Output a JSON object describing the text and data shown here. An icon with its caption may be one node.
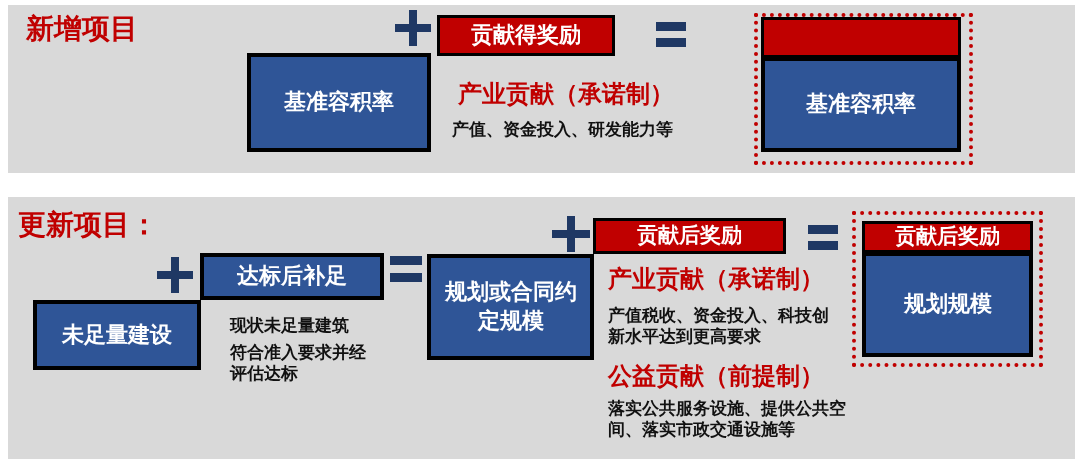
{
  "diagram": {
    "nodes": [
      {
        "text": [
          "新增项目"
        ]
      },
      {
        "text": [
          "基准容积率"
        ],
        "in": 0
      },
      {
        "text": [
          "贡献得奖励"
        ],
        "in": 0
      },
      {
        "text": [],
        "shape": "box",
        "in": 0
      },
      {
        "text": [],
        "shape": "bar",
        "in": 3
      },
      {
        "text": [
          "基准容积率"
        ],
        "in": 3
      },
      {
        "text": [
          "更新项目："
        ]
      },
      {
        "text": [
          "未足量建设"
        ],
        "in": 6
      },
      {
        "text": [
          "达标后补足"
        ],
        "in": 6
      },
      {
        "text": [
          "规划或合同约定规模"
        ],
        "in": 6
      },
      {
        "text": [
          "贡献后奖励"
        ],
        "in": 6
      },
      {
        "text": [],
        "shape": "box",
        "in": 6
      },
      {
        "text": [
          "贡献后奖励"
        ],
        "in": 11
      },
      {
        "text": [
          "规划规模"
        ],
        "in": 11
      }
    ],
    "labels": [
      "产业贡献（承诺制）",
      "产值、资金投入、研发能力等",
      "现状未足量建筑",
      "符合准入要求并经评估达标",
      "产业贡献（承诺制）",
      "产值税收、资金投入、科技创新水平达到更高要求",
      "公益贡献（前提制）",
      "落实公共服务设施、提供公共空间、落实市政交通设施等"
    ]
  }
}
